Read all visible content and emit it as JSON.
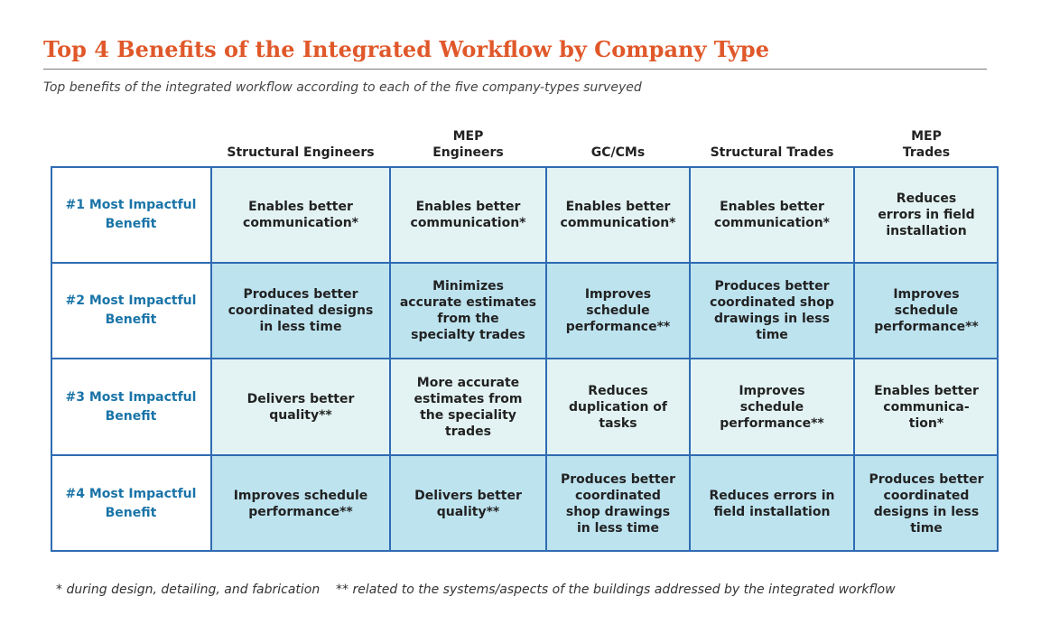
{
  "header": {
    "title": "Top 4 Benefits of the Integrated Workflow by Company Type",
    "subtitle": "Top benefits of the integrated workflow according to each of the five company-types surveyed"
  },
  "colors": {
    "accent": "#e0582a",
    "border": "#2f6bb3",
    "row_label_text": "#1a74a8",
    "row_odd_bg": "#e3f3f3",
    "row_even_bg": "#bde3ef"
  },
  "chart_data": {
    "type": "table",
    "title": "Top 4 Benefits of the Integrated Workflow by Company Type",
    "subtitle": "Top benefits of the integrated workflow according to each of the five company-types surveyed",
    "columns": [
      "Structural Engineers",
      "MEP\nEngineers",
      "GC/CMs",
      "Structural Trades",
      "MEP\nTrades"
    ],
    "rows": [
      {
        "label": "#1 Most Impactful\nBenefit",
        "cells": [
          "Enables better\ncommunication*",
          "Enables better\ncommunication*",
          "Enables better\ncommunication*",
          "Enables better\ncommunication*",
          "Reduces\nerrors in field\ninstallation"
        ]
      },
      {
        "label": "#2 Most Impactful\nBenefit",
        "cells": [
          "Produces better\ncoordinated designs\nin less time",
          "Minimizes\naccurate estimates\nfrom the\nspecialty trades",
          "Improves\nschedule\nperformance**",
          "Produces better\ncoordinated shop\ndrawings in less\ntime",
          "Improves\nschedule\nperformance**"
        ]
      },
      {
        "label": "#3 Most Impactful\nBenefit",
        "cells": [
          "Delivers better\nquality**",
          "More accurate\nestimates from\nthe speciality\ntrades",
          "Reduces\nduplication of\ntasks",
          "Improves\nschedule\nperformance**",
          "Enables better\ncommunica-\ntion*"
        ]
      },
      {
        "label": "#4 Most Impactful\nBenefit",
        "cells": [
          "Improves schedule\nperformance**",
          "Delivers better\nquality**",
          "Produces better\ncoordinated\nshop drawings\nin less time",
          "Reduces errors in\nfield installation",
          "Produces better\ncoordinated\ndesigns in less\ntime"
        ]
      }
    ],
    "footnotes": [
      "* during design, detailing, and fabrication",
      "** related to the systems/aspects of the buildings addressed by the integrated workflow"
    ]
  }
}
